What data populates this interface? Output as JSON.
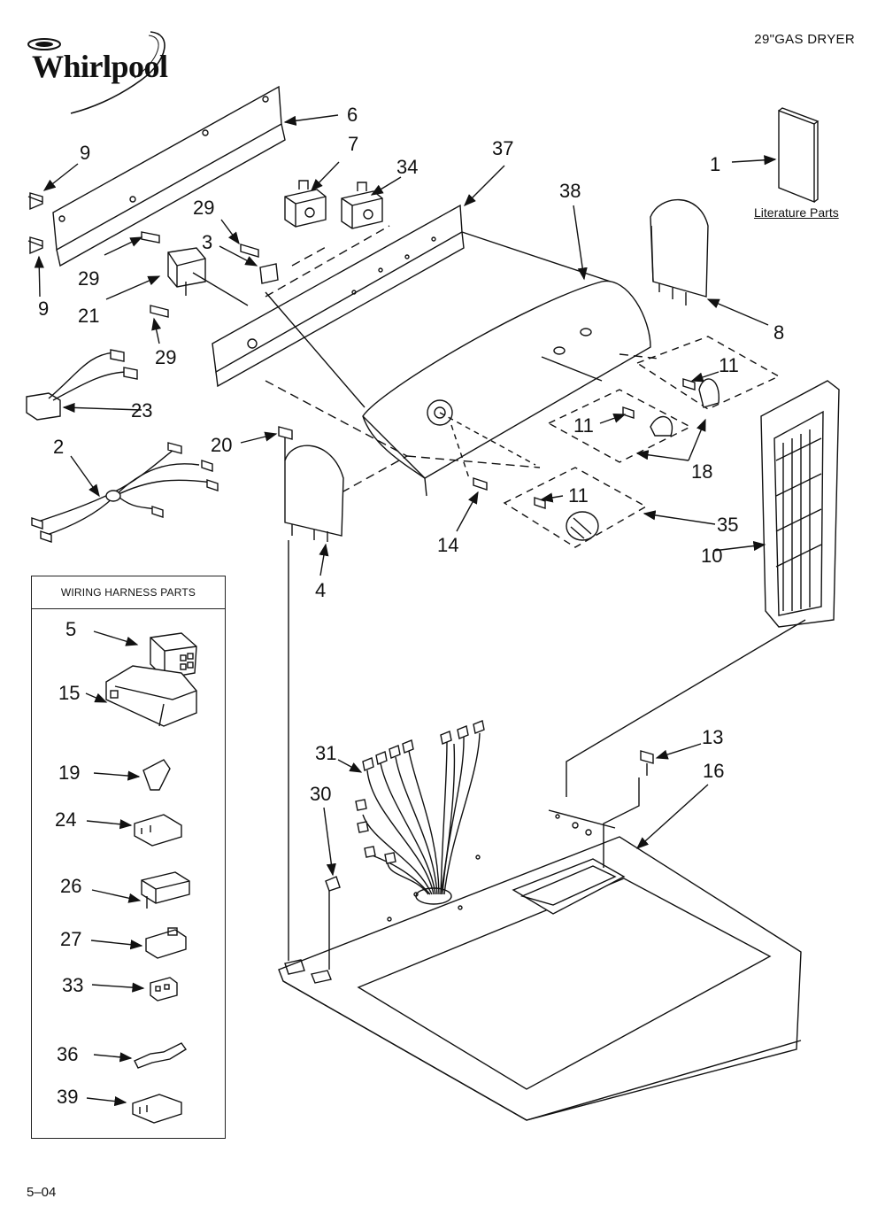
{
  "header": {
    "brand": "Whirlpool",
    "model": "29\"GAS DRYER"
  },
  "literature": {
    "label": "Literature Parts"
  },
  "callouts": {
    "c1": "1",
    "c2": "2",
    "c3": "3",
    "c4": "4",
    "c6": "6",
    "c7": "7",
    "c8": "8",
    "c9a": "9",
    "c9b": "9",
    "c10": "10",
    "c11a": "11",
    "c11b": "11",
    "c11c": "11",
    "c13": "13",
    "c14": "14",
    "c16": "16",
    "c18": "18",
    "c20": "20",
    "c21": "21",
    "c23": "23",
    "c29a": "29",
    "c29b": "29",
    "c29c": "29",
    "c30": "30",
    "c31": "31",
    "c34": "34",
    "c35": "35",
    "c37": "37",
    "c38": "38"
  },
  "wiring_box": {
    "title": "WIRING HARNESS PARTS",
    "items": [
      "5",
      "15",
      "19",
      "24",
      "26",
      "27",
      "33",
      "36",
      "39"
    ]
  },
  "footer": {
    "code": "5–04"
  }
}
